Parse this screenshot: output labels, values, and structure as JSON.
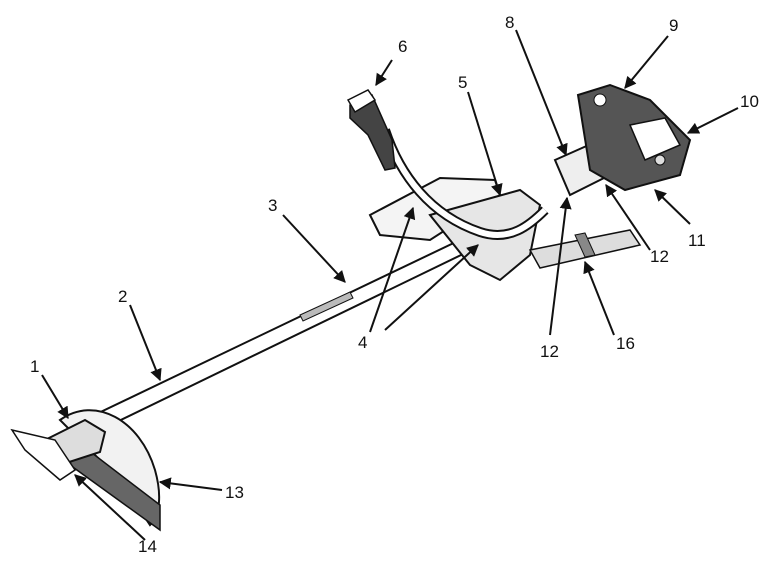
{
  "callouts": [
    {
      "id": "1",
      "text": "1"
    },
    {
      "id": "2",
      "text": "2"
    },
    {
      "id": "3",
      "text": "3"
    },
    {
      "id": "4",
      "text": "4"
    },
    {
      "id": "5",
      "text": "5"
    },
    {
      "id": "6",
      "text": "6"
    },
    {
      "id": "8",
      "text": "8"
    },
    {
      "id": "9",
      "text": "9"
    },
    {
      "id": "10",
      "text": "10"
    },
    {
      "id": "11",
      "text": "11"
    },
    {
      "id": "12a",
      "text": "12"
    },
    {
      "id": "12b",
      "text": "12"
    },
    {
      "id": "13",
      "text": "13"
    },
    {
      "id": "14",
      "text": "14"
    },
    {
      "id": "16",
      "text": "16"
    }
  ],
  "colors": {
    "ink": "#111111",
    "fill": "#ffffff",
    "shade": "#d9d9d9",
    "dark": "#555555"
  }
}
